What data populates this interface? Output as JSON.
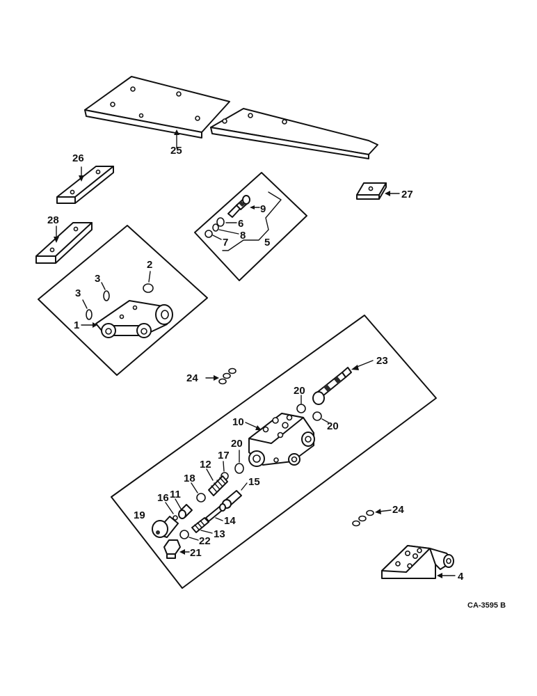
{
  "drawing_code": "CA-3595 B",
  "callouts": {
    "c1": "1",
    "c2": "2",
    "c3a": "3",
    "c3b": "3",
    "c4": "4",
    "c5": "5",
    "c6": "6",
    "c7": "7",
    "c8": "8",
    "c9": "9",
    "c10": "10",
    "c11": "11",
    "c12": "12",
    "c13": "13",
    "c14": "14",
    "c15": "15",
    "c16": "16",
    "c17": "17",
    "c18": "18",
    "c19": "19",
    "c20a": "20",
    "c20b": "20",
    "c20c": "20",
    "c21": "21",
    "c22": "22",
    "c23": "23",
    "c24a": "24",
    "c24b": "24",
    "c25": "25",
    "c26": "26",
    "c27": "27",
    "c28": "28"
  }
}
